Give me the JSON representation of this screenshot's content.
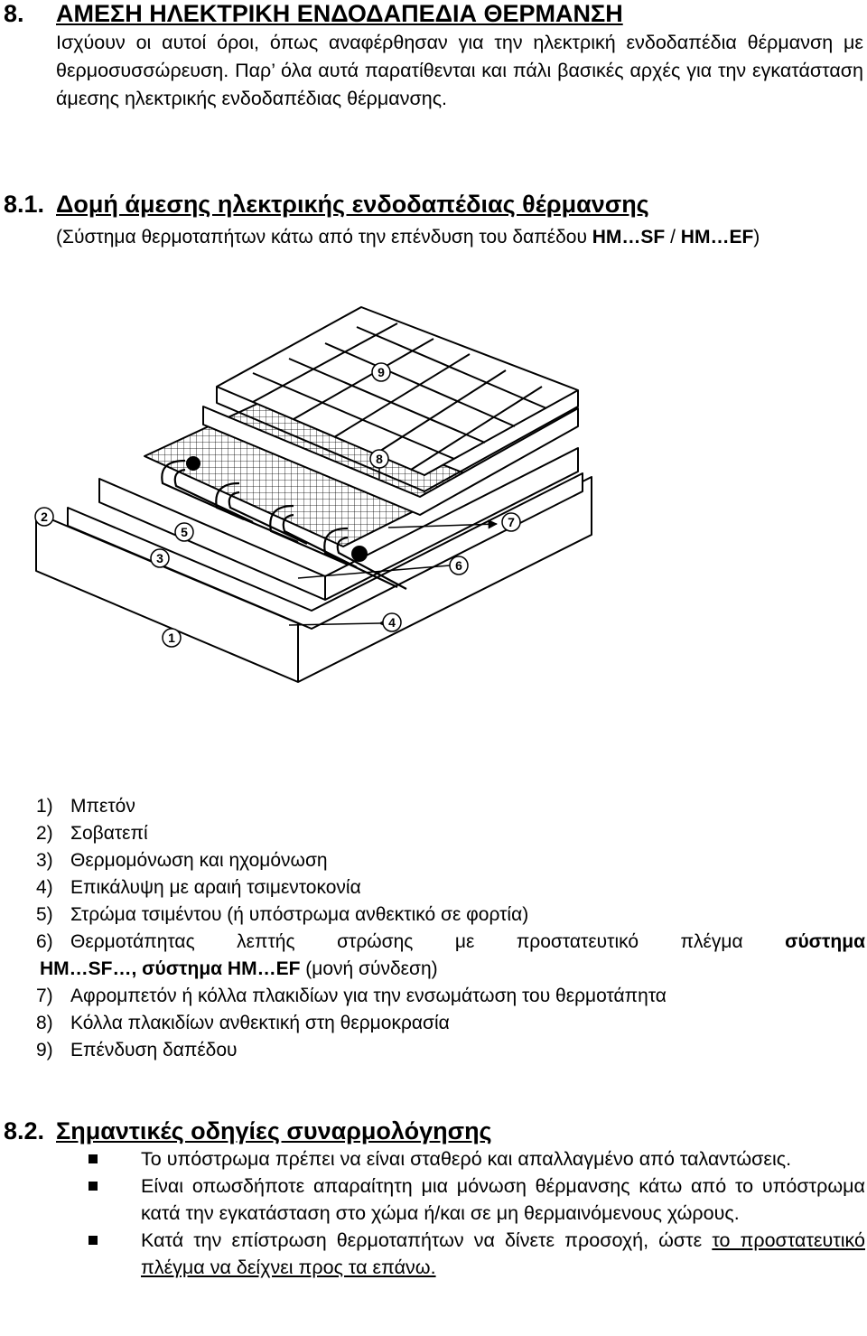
{
  "section8": {
    "number": "8.",
    "title": "ΑΜΕΣΗ ΗΛΕΚΤΡΙΚΗ ΕΝΔΟΔΑΠΕΔΙΑ ΘΕΡΜΑΝΣΗ",
    "intro": "Ισχύουν οι αυτοί όροι, όπως αναφέρθησαν για την ηλεκτρική ενδοδαπέδια θέρμανση με θερμοσυσσώρευση. Παρ’ όλα αυτά παρατίθενται και πάλι βασικές αρχές για την εγκατάσταση άμεσης ηλεκτρικής ενδοδαπέδιας θέρμανσης."
  },
  "section8_1": {
    "number": "8.1.",
    "title": "Δομή άμεσης ηλεκτρικής ενδοδαπέδιας θέρμανσης",
    "subtitle_pre": "(Σύστημα θερμοταπήτων κάτω από την επένδυση του δαπέδου ",
    "subtitle_bold1": "HM…SF",
    "subtitle_mid": " / ",
    "subtitle_bold2": "HM…EF",
    "subtitle_post": ")"
  },
  "figure": {
    "callouts": [
      "1",
      "2",
      "3",
      "4",
      "5",
      "6",
      "7",
      "8",
      "9"
    ]
  },
  "legend": [
    {
      "n": "1)",
      "text": "Μπετόν"
    },
    {
      "n": "2)",
      "text": "Σοβατεπί"
    },
    {
      "n": "3)",
      "text": "Θερμομόνωση και ηχομόνωση"
    },
    {
      "n": "4)",
      "text": "Επικάλυψη με αραιή τσιμεντοκονία"
    },
    {
      "n": "5)",
      "text": "Στρώμα τσιμέντου (ή υπόστρωμα ανθεκτικό σε φορτία)"
    },
    {
      "n": "6)",
      "text": "Θερμοτάπητας λεπτής στρώσης με προστατευτικό πλέγμα ",
      "bold": "σύστημα",
      "cont_bold": "HM…SF…, σύστημα HM…EF",
      "cont": " (μονή σύνδεση)"
    },
    {
      "n": "7)",
      "text": "Αφρομπετόν ή κόλλα πλακιδίων για την ενσωμάτωση του θερμοτάπητα"
    },
    {
      "n": "8)",
      "text": "Κόλλα πλακιδίων ανθεκτική στη θερμοκρασία"
    },
    {
      "n": "9)",
      "text": "Επένδυση δαπέδου"
    }
  ],
  "section8_2": {
    "number": "8.2.",
    "title": "Σημαντικές οδηγίες συναρμολόγησης",
    "bullets": [
      {
        "text": "Το υπόστρωμα πρέπει να είναι σταθερό και απαλλαγμένο από ταλαντώσεις."
      },
      {
        "text": "Είναι οπωσδήποτε απαραίτητη μια μόνωση θέρμανσης κάτω από το υπόστρωμα κατά την εγκατάσταση στο χώμα ή/και σε μη θερμαινόμενους χώρους."
      },
      {
        "text": "Κατά την επίστρωση θερμοταπήτων να δίνετε προσοχή, ώστε ",
        "underlined": "το προστατευτικό πλέγμα να δείχνει προς τα επάνω."
      }
    ]
  }
}
